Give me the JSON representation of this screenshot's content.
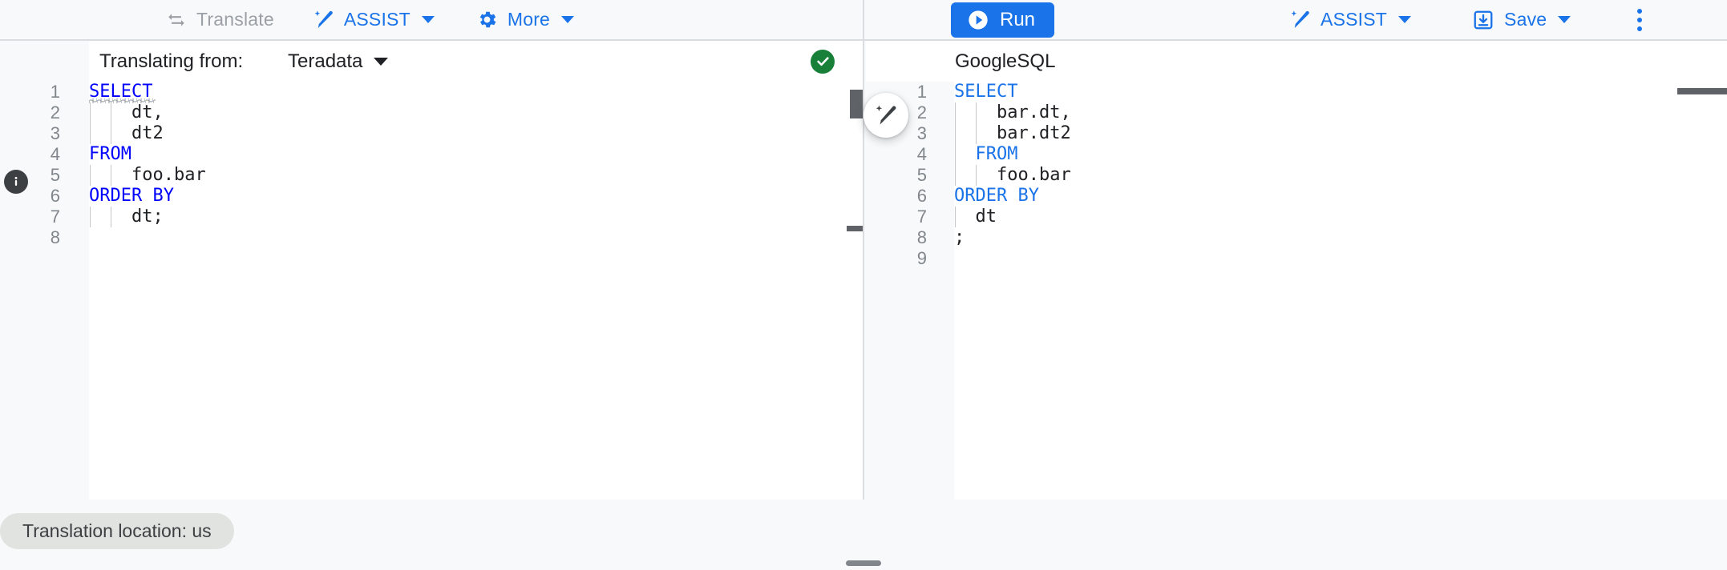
{
  "toolbar": {
    "left_buttons": [
      {
        "label": "Translate",
        "icon": "translate-swap-icon",
        "disabled": true
      },
      {
        "label": "ASSIST",
        "icon": "magic-wand-icon",
        "caret": true
      },
      {
        "label": "More",
        "icon": "gear-icon",
        "caret": true
      }
    ],
    "run_label": "Run",
    "run_icon": "play-circle-icon",
    "right_buttons": [
      {
        "label": "ASSIST",
        "icon": "magic-wand-icon",
        "caret": true
      },
      {
        "label": "Save",
        "icon": "save-download-icon",
        "caret": true
      }
    ],
    "overflow_icon": "more-vert-icon"
  },
  "colors": {
    "accent_blue": "#1a73e8",
    "disabled_grey": "#9aa0a6",
    "success_green": "#188038",
    "keyword_blue_left": "#0000ff",
    "keyword_blue_right": "#1a73e8",
    "chip_grey": "#e1e3e1",
    "surface_grey": "#f8f9fa",
    "border_grey": "#dadce0"
  },
  "source_pane": {
    "translating_from_label": "Translating from:",
    "dialect": "Teradata",
    "status_icon": "check-circle-icon",
    "info_icon": "info-icon",
    "lines": [
      {
        "n": "1",
        "segments": [
          {
            "t": "SELECT",
            "c": "kw"
          }
        ],
        "squiggle": true,
        "guides": []
      },
      {
        "n": "2",
        "segments": [
          {
            "t": "    dt,",
            "c": ""
          }
        ],
        "guides": [
          0,
          2
        ]
      },
      {
        "n": "3",
        "segments": [
          {
            "t": "    dt2",
            "c": ""
          }
        ],
        "guides": [
          0,
          2
        ]
      },
      {
        "n": "4",
        "segments": [
          {
            "t": "FROM",
            "c": "kw"
          }
        ],
        "guides": []
      },
      {
        "n": "5",
        "segments": [
          {
            "t": "    foo.bar",
            "c": ""
          }
        ],
        "guides": [
          0,
          2
        ]
      },
      {
        "n": "6",
        "segments": [
          {
            "t": "ORDER BY",
            "c": "kw"
          }
        ],
        "guides": []
      },
      {
        "n": "7",
        "segments": [
          {
            "t": "    dt;",
            "c": ""
          }
        ],
        "guides": [
          0,
          2
        ]
      },
      {
        "n": "8",
        "segments": [
          {
            "t": "",
            "c": ""
          }
        ],
        "guides": []
      }
    ]
  },
  "target_pane": {
    "dialect": "GoogleSQL",
    "assist_fab_icon": "magic-wand-icon",
    "lines": [
      {
        "n": "1",
        "segments": [
          {
            "t": "SELECT",
            "c": "kw2"
          }
        ],
        "guides": []
      },
      {
        "n": "2",
        "segments": [
          {
            "t": "    bar.dt,",
            "c": ""
          }
        ],
        "guides": [
          0,
          2
        ]
      },
      {
        "n": "3",
        "segments": [
          {
            "t": "    bar.dt2",
            "c": ""
          }
        ],
        "guides": [
          0,
          2
        ]
      },
      {
        "n": "4",
        "segments": [
          {
            "t": "  FROM",
            "c": "kw2"
          }
        ],
        "guides": [
          0
        ]
      },
      {
        "n": "5",
        "segments": [
          {
            "t": "    foo.bar",
            "c": ""
          }
        ],
        "guides": [
          0,
          2
        ]
      },
      {
        "n": "6",
        "segments": [
          {
            "t": "ORDER BY",
            "c": "kw2"
          }
        ],
        "guides": []
      },
      {
        "n": "7",
        "segments": [
          {
            "t": "  dt",
            "c": ""
          }
        ],
        "guides": [
          0
        ]
      },
      {
        "n": "8",
        "segments": [
          {
            "t": ";",
            "c": ""
          }
        ],
        "guides": []
      },
      {
        "n": "9",
        "segments": [
          {
            "t": "",
            "c": ""
          }
        ],
        "guides": []
      }
    ]
  },
  "bottom": {
    "translation_location": "Translation location: us"
  }
}
